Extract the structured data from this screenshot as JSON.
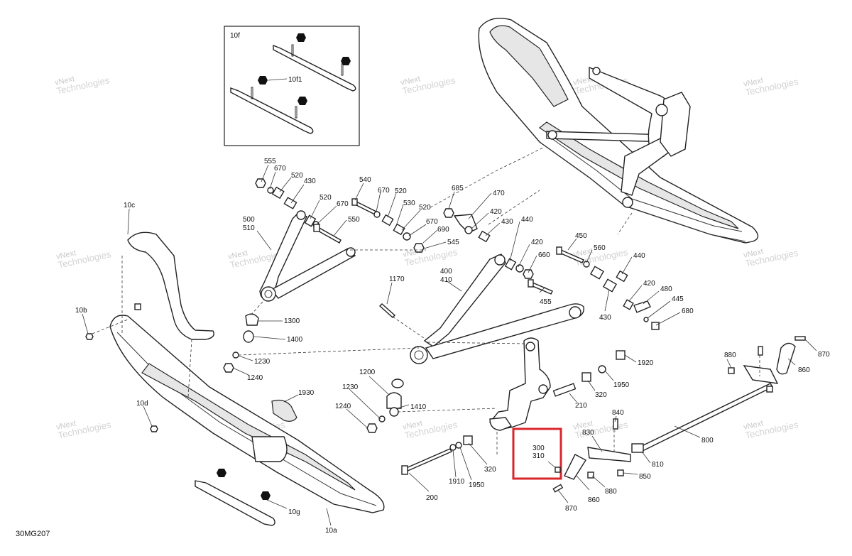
{
  "diagram_code": "30MG207",
  "inset": {
    "label": "10f",
    "sub_label": "10f1"
  },
  "watermark": {
    "line1": "vNext",
    "line2": "Technologies"
  },
  "highlight_color": "#d9262c",
  "highlight_labels": [
    "300",
    "310"
  ],
  "callouts": {
    "c555": "555",
    "c670a": "670",
    "c520a": "520",
    "c430a": "430",
    "c520b": "520",
    "c670b": "670",
    "c550": "550",
    "c500": "500",
    "c510": "510",
    "c540": "540",
    "c670c": "670",
    "c520c": "520",
    "c530": "530",
    "c520d": "520",
    "c670d": "670",
    "c690": "690",
    "c545": "545",
    "c685": "685",
    "c470": "470",
    "c420a": "420",
    "c430b": "430",
    "c440a": "440",
    "c420b": "420",
    "c660": "660",
    "c400": "400",
    "c410": "410",
    "c455": "455",
    "c450": "450",
    "c560": "560",
    "c440b": "440",
    "c420c": "420",
    "c480": "480",
    "c445": "445",
    "c680": "680",
    "c430c": "430",
    "c10c": "10c",
    "c10b": "10b",
    "c10d": "10d",
    "c10g": "10g",
    "c10a": "10a",
    "c1170": "1170",
    "c1300": "1300",
    "c1400": "1400",
    "c1230a": "1230",
    "c1240a": "1240",
    "c1200": "1200",
    "c1230b": "1230",
    "c1240b": "1240",
    "c1410": "1410",
    "c1930": "1930",
    "c1920": "1920",
    "c1950a": "1950",
    "c320a": "320",
    "c210": "210",
    "c1910": "1910",
    "c1950b": "1950",
    "c320b": "320",
    "c200": "200",
    "c840": "840",
    "c830": "830",
    "c810": "810",
    "c850": "850",
    "c860a": "860",
    "c880a": "880",
    "c870a": "870",
    "c800": "800",
    "c880b": "880",
    "c860b": "860",
    "c870b": "870"
  }
}
